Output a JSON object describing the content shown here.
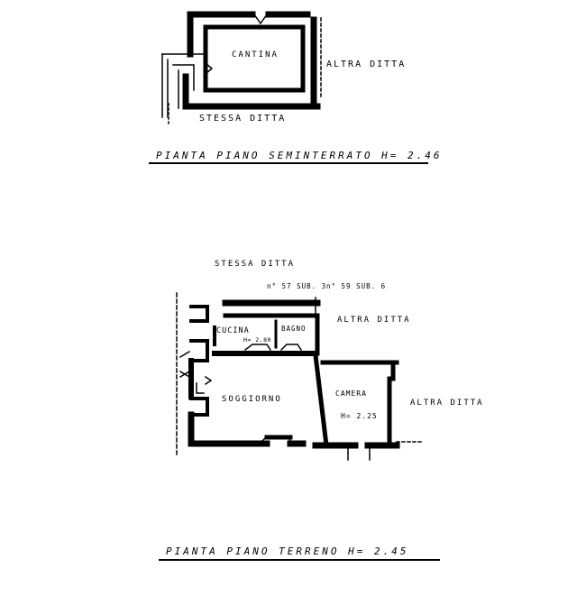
{
  "basement": {
    "room_cantina": "CANTINA",
    "neighbor_right": "ALTRA DITTA",
    "neighbor_bottom": "STESSA DITTA",
    "title": "PIANTA PIANO SEMINTERRATO H= 2.46"
  },
  "ground": {
    "neighbor_top": "STESSA DITTA",
    "parcel_left": "n° 57 SUB. 3",
    "parcel_right": "n° 59 SUB. 6",
    "neighbor_right_top": "ALTRA DITTA",
    "neighbor_right_bottom": "ALTRA DITTA",
    "room_cucina": "CUCINA",
    "room_cucina_height": "H= 2.80",
    "room_bagno": "BAGNO",
    "room_soggiorno": "SOGGIORNO",
    "room_camera": "CAMERA",
    "room_camera_height": "H= 2.25",
    "title": "PIANTA PIANO TERRENO H= 2.45"
  }
}
